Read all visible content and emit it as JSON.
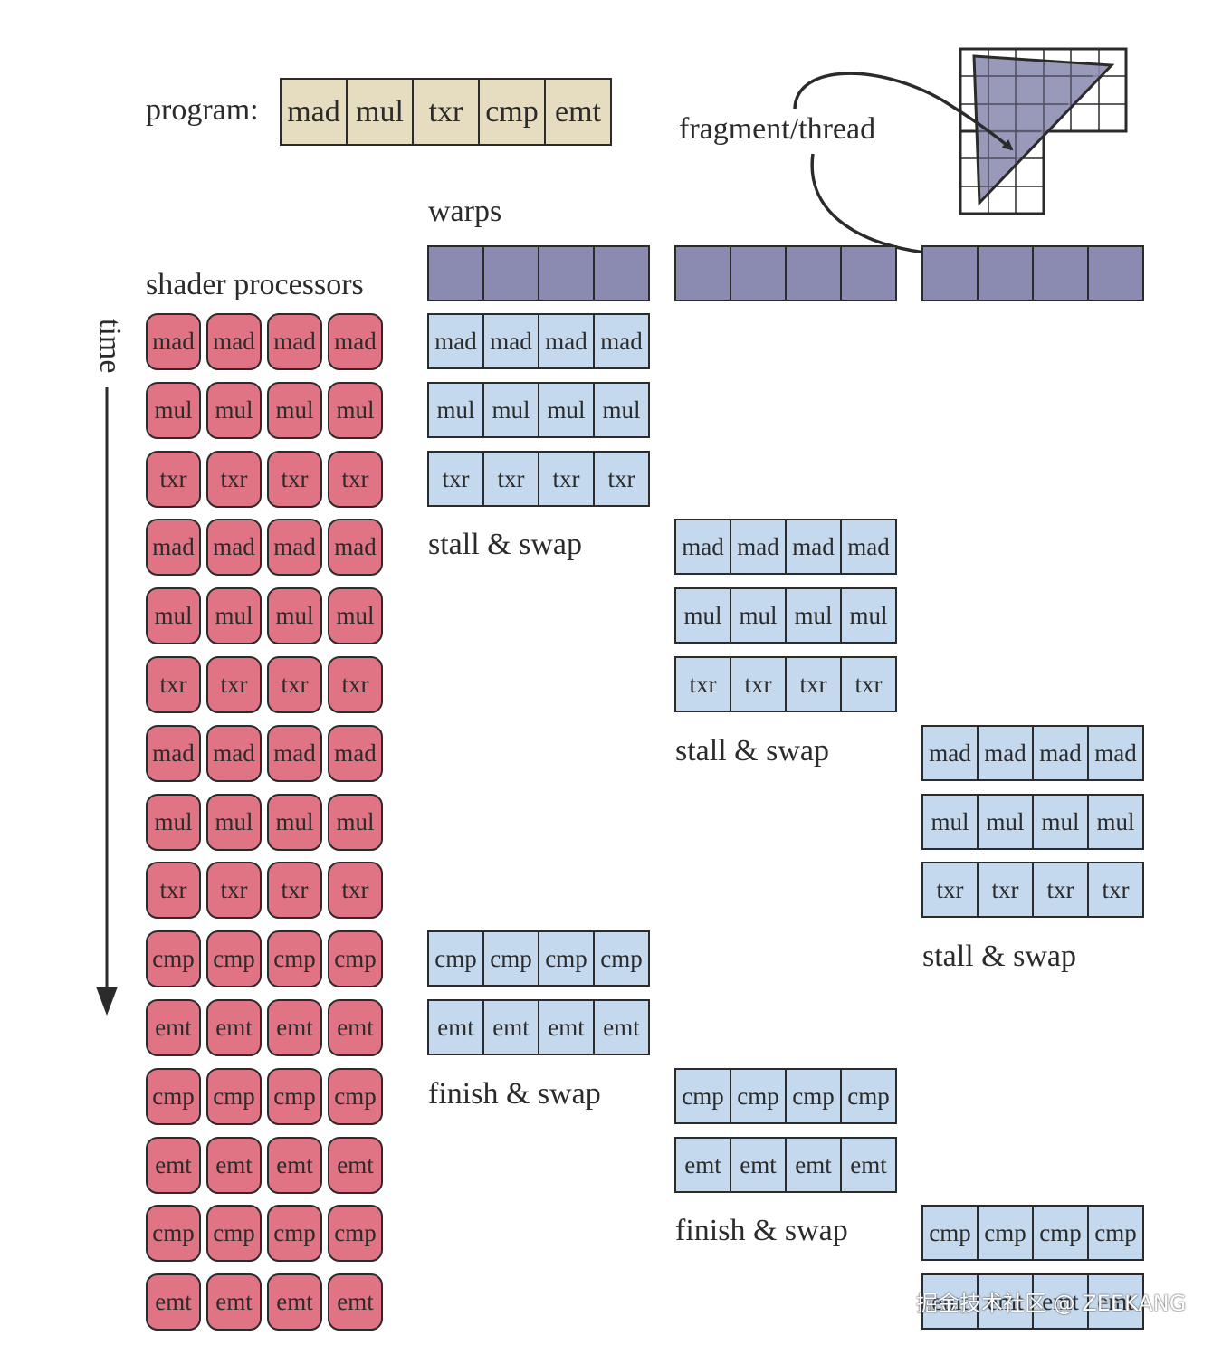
{
  "program": {
    "label": "program:",
    "instructions": [
      "mad",
      "mul",
      "txr",
      "cmp",
      "emt"
    ]
  },
  "fragment_label": "fragment/thread",
  "warps_label": "warps",
  "shader_label": "shader processors",
  "time_label": "time",
  "shader_rows": [
    "mad",
    "mul",
    "txr",
    "mad",
    "mul",
    "txr",
    "mad",
    "mul",
    "txr",
    "cmp",
    "emt",
    "cmp",
    "emt",
    "cmp",
    "emt"
  ],
  "warp_columns": [
    {
      "blocks": [
        {
          "row": 0,
          "op": "mad"
        },
        {
          "row": 1,
          "op": "mul"
        },
        {
          "row": 2,
          "op": "txr"
        },
        {
          "row": 9,
          "op": "cmp"
        },
        {
          "row": 10,
          "op": "emt"
        }
      ],
      "notes": [
        {
          "row": 3,
          "text": "stall & swap"
        },
        {
          "row": 11,
          "text": "finish & swap"
        }
      ]
    },
    {
      "blocks": [
        {
          "row": 3,
          "op": "mad"
        },
        {
          "row": 4,
          "op": "mul"
        },
        {
          "row": 5,
          "op": "txr"
        },
        {
          "row": 11,
          "op": "cmp"
        },
        {
          "row": 12,
          "op": "emt"
        }
      ],
      "notes": [
        {
          "row": 6,
          "text": "stall & swap"
        },
        {
          "row": 13,
          "text": "finish & swap"
        }
      ]
    },
    {
      "blocks": [
        {
          "row": 6,
          "op": "mad"
        },
        {
          "row": 7,
          "op": "mul"
        },
        {
          "row": 8,
          "op": "txr"
        },
        {
          "row": 13,
          "op": "cmp"
        },
        {
          "row": 14,
          "op": "emt"
        }
      ],
      "notes": [
        {
          "row": 9,
          "text": "stall & swap"
        }
      ]
    }
  ],
  "colors": {
    "program_fill": "#e6dcc0",
    "shader_fill": "#e07384",
    "warp_fill": "#8b8bb1",
    "instruction_fill": "#c5d9ee",
    "triangle_fill": "#8b8bb1"
  },
  "watermark": "掘金技术社区 @ ZEEKANG"
}
